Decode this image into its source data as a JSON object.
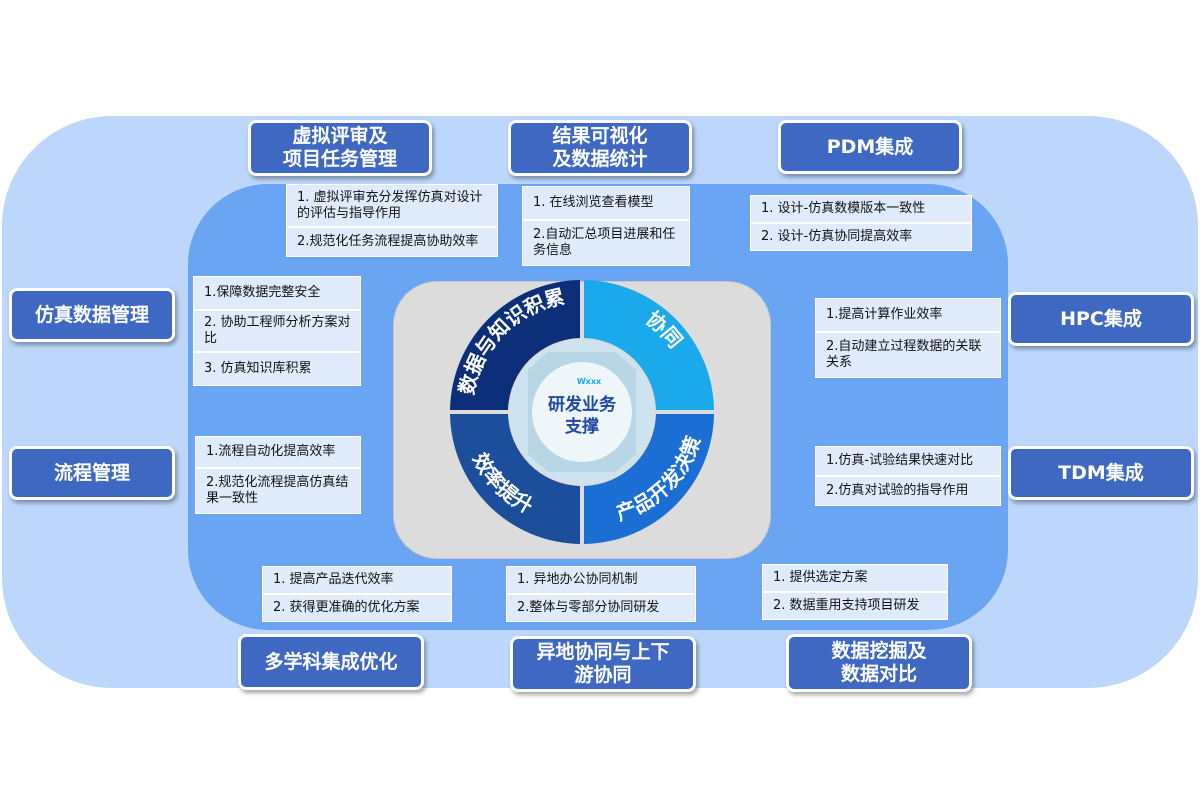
{
  "tags": {
    "top_left": "虚拟评审及\n项目任务管理",
    "top_mid": "结果可视化\n及数据统计",
    "top_right": "PDM集成",
    "left_1": "仿真数据管理",
    "left_2": "流程管理",
    "right_1": "HPC集成",
    "right_2": "TDM集成",
    "bottom_left": "多学科集成优化",
    "bottom_mid": "异地协同与上下\n游协同",
    "bottom_right": "数据挖掘及\n数据对比"
  },
  "lists": {
    "top_left": [
      "1. 虚拟评审充分发挥仿真对设计的评估与指导作用",
      "2.规范化任务流程提高协助效率"
    ],
    "top_mid": [
      "1. 在线浏览查看模型",
      "2.自动汇总项目进展和任务信息"
    ],
    "top_right": [
      "1. 设计-仿真数模版本一致性",
      "2. 设计-仿真协同提高效率"
    ],
    "left_1": [
      "1.保障数据完整安全",
      "2. 协助工程师分析方案对比",
      "3. 仿真知识库积累"
    ],
    "left_2": [
      "1.流程自动化提高效率",
      "2.规范化流程提高仿真结果一致性"
    ],
    "right_1": [
      "1.提高计算作业效率",
      "2.自动建立过程数据的关联关系"
    ],
    "right_2": [
      "1.仿真-试验结果快速对比",
      "2.仿真对试验的指导作用"
    ],
    "bottom_left": [
      "1. 提高产品迭代效率",
      "2. 获得更准确的优化方案"
    ],
    "bottom_mid": [
      "1. 异地办公协同机制",
      "2.整体与零部分协同研发"
    ],
    "bottom_right": [
      "1. 提供选定方案",
      "2. 数据重用支持项目研发"
    ]
  },
  "wheel": {
    "segments": [
      "数据与知识积累",
      "协同",
      "产品开发决策",
      "效率提升"
    ],
    "hub_line1": "研发业务",
    "hub_line2": "支撑",
    "logo_text": "Wxxx"
  },
  "colors": {
    "outer": "#bcd7fb",
    "inner": "#6aa5f4",
    "tag": "#3f68c2",
    "seg_dark": "#0d2f7a",
    "seg_cyan": "#1aa9ea",
    "seg_blue": "#1a6ed4",
    "seg_navy": "#1b4f9c"
  }
}
